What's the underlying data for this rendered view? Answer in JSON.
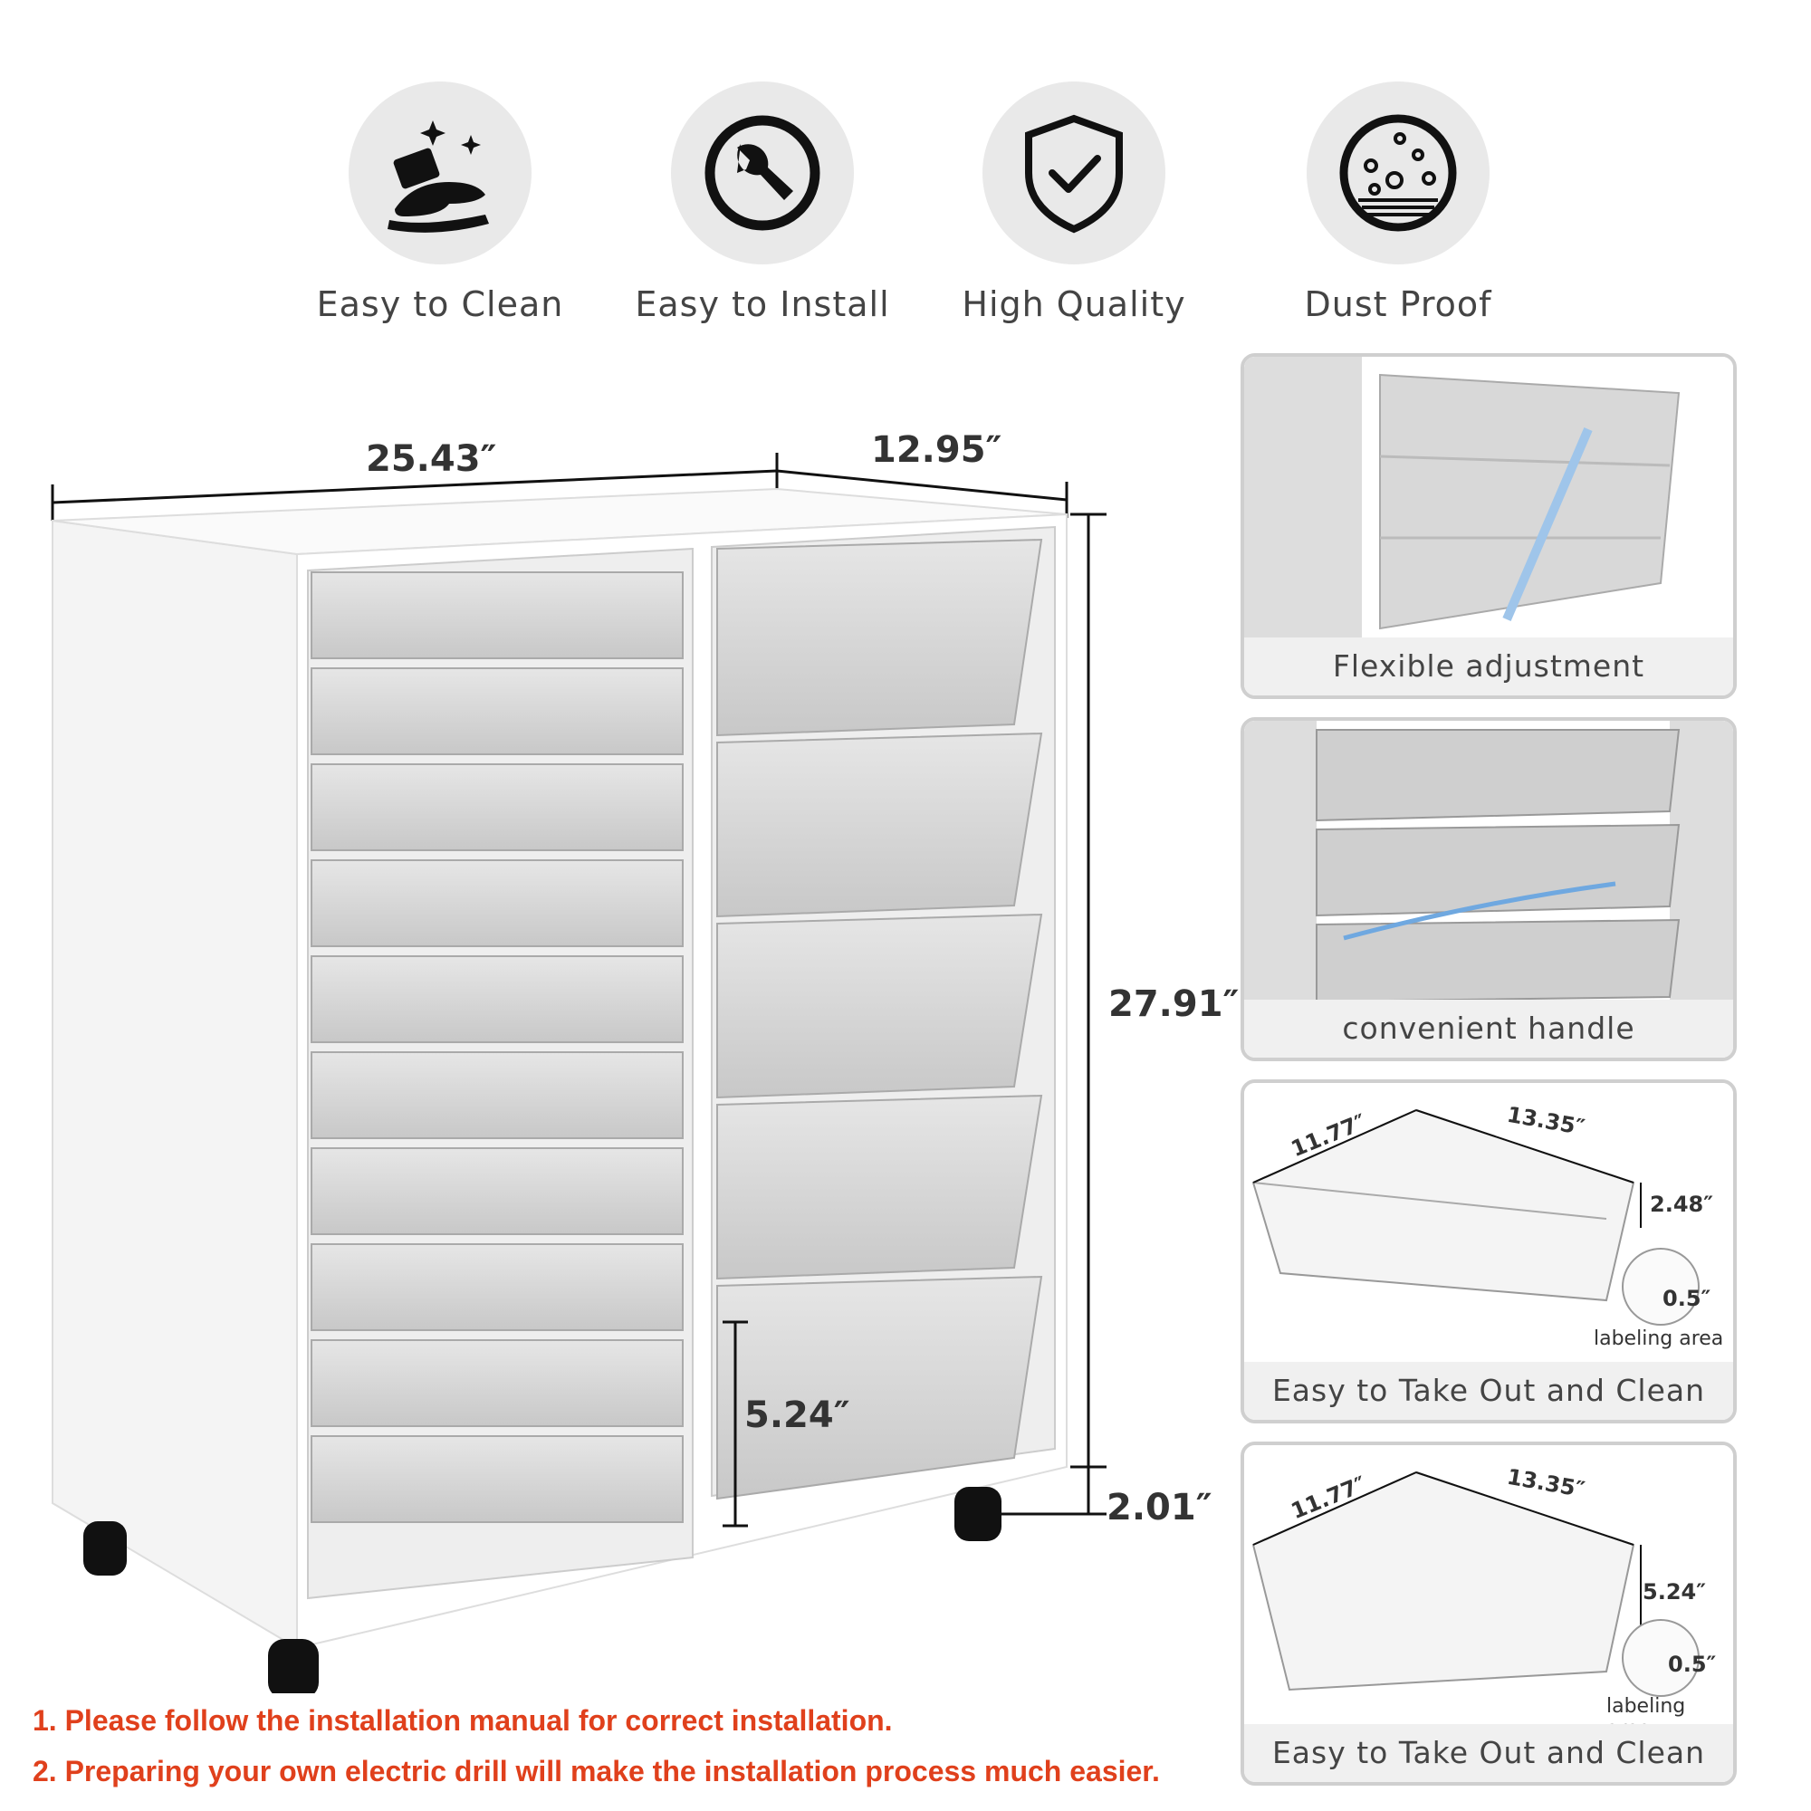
{
  "features": [
    {
      "icon": "cleaning-hand-icon",
      "label": "Easy to Clean"
    },
    {
      "icon": "wrench-icon",
      "label": "Easy to Install"
    },
    {
      "icon": "shield-check-icon",
      "label": "High Quality"
    },
    {
      "icon": "dust-icon",
      "label": "Dust Proof"
    }
  ],
  "dimensions": {
    "width": "25.43″",
    "depth": "12.95″",
    "height": "27.91″",
    "wheel_height": "2.01″",
    "drawer_height": "5.24″"
  },
  "panels": [
    {
      "caption": "Flexible adjustment"
    },
    {
      "caption": "convenient handle"
    },
    {
      "caption": "Easy to Take Out and Clean",
      "depth": "11.77″",
      "width": "13.35″",
      "height": "2.48″",
      "lip": "0.5″",
      "lip_label": "labeling area"
    },
    {
      "caption": "Easy to Take Out and Clean",
      "depth": "11.77″",
      "width": "13.35″",
      "height": "5.24″",
      "lip": "0.5″",
      "lip_label": "labeling area"
    }
  ],
  "notes": [
    "1. Please follow the installation manual for correct installation.",
    "2. Preparing your own electric drill will make the installation process much easier."
  ],
  "colors": {
    "accent": "#e0401c",
    "circle_bg": "#e9e9e9",
    "panel_border": "#cfcfcf"
  }
}
